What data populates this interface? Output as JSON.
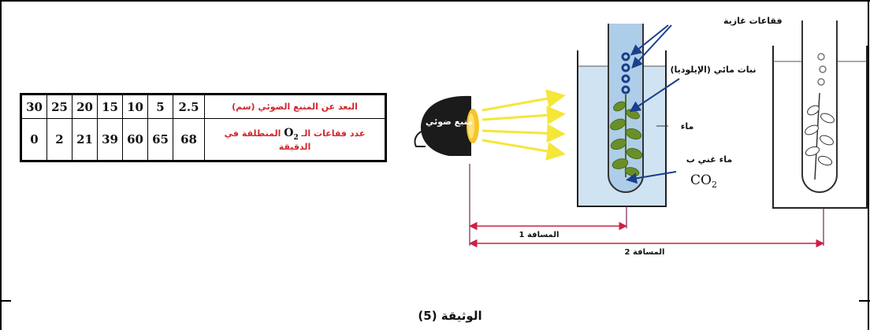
{
  "table": {
    "distance_label": "البعد عن المنبع الضوئي (سم)",
    "bubbles_label_prefix": "عدد فقاعات الـ",
    "bubbles_label_symbol": "O",
    "bubbles_label_sub": "2",
    "bubbles_label_suffix": "المنطلقة في الدقيقة",
    "distances": [
      "2.5",
      "5",
      "10",
      "15",
      "20",
      "25",
      "30"
    ],
    "bubbles": [
      "68",
      "65",
      "60",
      "39",
      "21",
      "2",
      "0"
    ]
  },
  "diagram": {
    "light_source_label": "منبع ضوئي",
    "gas_bubbles_label": "فقاعات غازية",
    "aquatic_plant_label": "نبات مائي (الإيلوديا)",
    "water_label": "ماء",
    "co2_water_label": "ماء غني ب",
    "co2_symbol": "CO",
    "co2_sub": "2",
    "distance1_label": "المسافة 1",
    "distance2_label": "المسافة 2"
  },
  "caption": "الوثيقة (5)",
  "colors": {
    "header_text": "#d0262c",
    "light_rays": "#f5e63a",
    "water": "#cfe3f2",
    "plant": "#6a8f2a",
    "bubbles": "#1a3f8c",
    "distance_line": "#cc2244",
    "pointer_arrows": "#1a3f8c"
  },
  "icons": [
    "lamp-icon",
    "light-ray-icon",
    "gas-bubble-icon",
    "plant-icon"
  ]
}
